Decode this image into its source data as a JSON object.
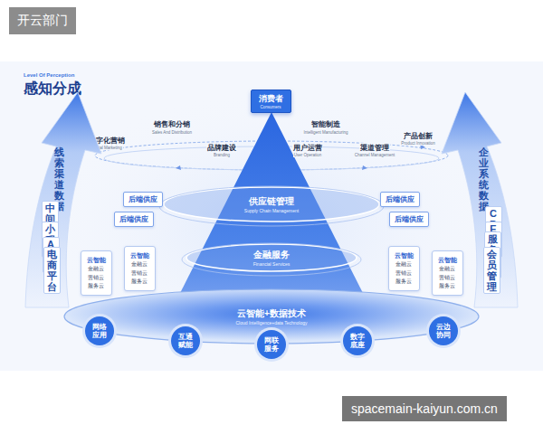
{
  "diagram": {
    "title": "感知分成",
    "nodes": [
      {
        "text": [
          "消费者",
          "Consumers"
        ]
      },
      {
        "text": [
          "线索渠道数据"
        ]
      },
      {
        "text": [
          "中间渠道"
        ],
        "in": 1
      },
      {
        "text": [
          "小程序"
        ],
        "in": 1
      },
      {
        "text": [
          "APP"
        ],
        "in": 1
      },
      {
        "text": [
          "电商平台"
        ],
        "in": 1
      },
      {
        "text": [
          "企业系统数据"
        ]
      },
      {
        "text": [
          "CRM"
        ],
        "in": 6
      },
      {
        "text": [
          "ERP"
        ],
        "in": 6
      },
      {
        "text": [
          "服务平台"
        ],
        "in": 6
      },
      {
        "text": [
          "会员管理"
        ],
        "in": 6
      },
      {
        "text": [
          "供应链管理",
          "Supply Chain Management"
        ]
      },
      {
        "text": [
          "后端供应"
        ]
      },
      {
        "text": [
          "后端供应"
        ]
      },
      {
        "text": [
          "后端供应"
        ]
      },
      {
        "text": [
          "后端供应"
        ]
      },
      {
        "text": [
          "金融服务",
          "Financial Services"
        ]
      },
      {
        "text": [
          "云智能",
          "金融云",
          "营销云",
          "服务云"
        ]
      },
      {
        "text": [
          "云智能",
          "金融云",
          "营销云",
          "服务云"
        ]
      },
      {
        "text": [
          "云智能",
          "金融云",
          "营销云",
          "服务云"
        ]
      },
      {
        "text": [
          "云智能",
          "金融云",
          "营销云",
          "服务云"
        ]
      },
      {
        "text": [
          "云智能+数据技术",
          "Cloud Intelligence+data Technology"
        ]
      },
      {
        "text": [
          "网络应用"
        ]
      },
      {
        "text": [
          "互通赋能"
        ]
      },
      {
        "text": [
          "网联服务"
        ]
      },
      {
        "text": [
          "数字底座"
        ]
      },
      {
        "text": [
          "云边协同"
        ]
      }
    ],
    "labels": [
      "开云部门",
      "Level Of Perception",
      "销售和分销",
      "Sales And Distribution",
      "数字化营销",
      "Digital Marketing",
      "品牌建设",
      "Branding",
      "智能制造",
      "Intelligent Manufacturing",
      "产品创新",
      "Product Innovation",
      "用户运营",
      "User Operation",
      "渠道管理",
      "Channel Management",
      "spacemain-kaiyun.com.cn"
    ]
  }
}
